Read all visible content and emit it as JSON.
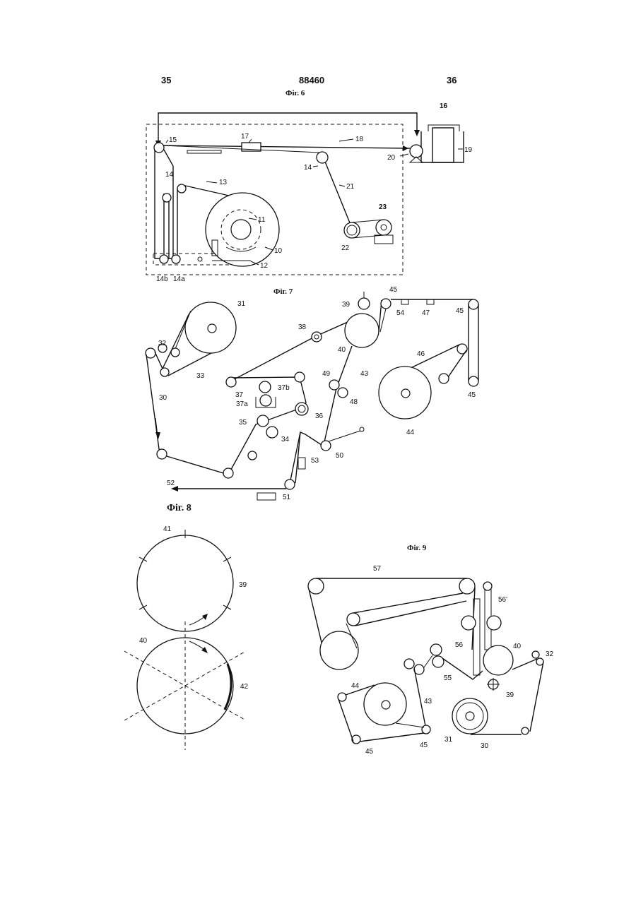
{
  "header": {
    "page_left": "35",
    "patent_number": "88460",
    "page_right": "36"
  },
  "figures": {
    "fig6": {
      "title": "Фіг. 6",
      "labels": [
        "16",
        "17",
        "18",
        "15",
        "14",
        "13",
        "11",
        "10",
        "12",
        "14b",
        "14a",
        "14",
        "21",
        "20",
        "19",
        "23",
        "22"
      ]
    },
    "fig7": {
      "title": "Фіг. 7",
      "labels": [
        "31",
        "32",
        "33",
        "30",
        "39",
        "45",
        "54",
        "47",
        "45",
        "38",
        "40",
        "43",
        "46",
        "49",
        "37",
        "37b",
        "37a",
        "36",
        "48",
        "45",
        "44",
        "35",
        "34",
        "50",
        "53",
        "52",
        "51"
      ]
    },
    "fig8": {
      "title": "Фіг. 8",
      "labels": [
        "41",
        "39",
        "40",
        "42"
      ]
    },
    "fig9": {
      "title": "Фіг. 9",
      "labels": [
        "57",
        "56'",
        "56",
        "40",
        "32",
        "55",
        "44",
        "43",
        "39",
        "31",
        "30",
        "45",
        "45"
      ]
    }
  }
}
